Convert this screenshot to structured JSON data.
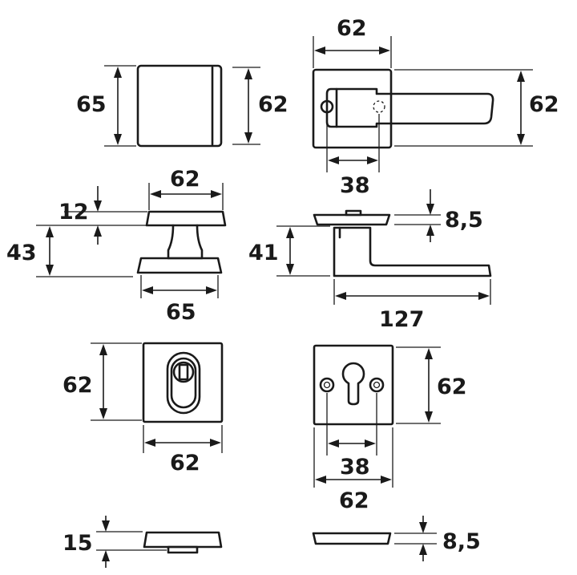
{
  "dimensions": {
    "knob_square_height": "65",
    "knob_square_inner": "62",
    "lever_top_width": "62",
    "lever_top_height": "62",
    "lever_top_offset": "38",
    "knob_side_top_width": "62",
    "knob_side_rose_thickness": "12",
    "knob_side_height": "43",
    "knob_side_bottom_width": "65",
    "lever_side_rose_thickness": "8,5",
    "lever_side_height": "41",
    "lever_side_length": "127",
    "escutcheon_round_height": "62",
    "escutcheon_round_width": "62",
    "escutcheon_cylinder_height": "62",
    "escutcheon_cylinder_offset": "38",
    "escutcheon_cylinder_width": "62",
    "escutcheon_round_side_thickness": "15",
    "escutcheon_cylinder_side_thickness": "8,5"
  }
}
